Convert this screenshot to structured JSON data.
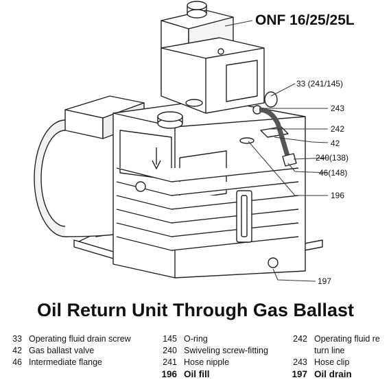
{
  "model": "ONF 16/25/25L",
  "title": "Oil Return Unit Through Gas Ballast",
  "callouts": [
    "33 (241/145)",
    "243",
    "242",
    "42",
    "240(138)",
    "46(148)",
    "196",
    "197"
  ],
  "legend": {
    "col1": [
      {
        "num": "33",
        "text": "Operating fluid drain screw"
      },
      {
        "num": "42",
        "text": "Gas ballast valve"
      },
      {
        "num": "46",
        "text": "Intermediate flange"
      }
    ],
    "col2": [
      {
        "num": "145",
        "text": "O-ring"
      },
      {
        "num": "240",
        "text": "Swiveling screw-fitting"
      },
      {
        "num": "241",
        "text": "Hose nipple"
      },
      {
        "num": "196",
        "text": "Oil fill"
      }
    ],
    "col3": [
      {
        "num": "242",
        "text": "Operating fluid re"
      },
      {
        "num": "",
        "text": "turn line"
      },
      {
        "num": "243",
        "text": "Hose clip"
      },
      {
        "num": "197",
        "text": "Oil drain"
      }
    ]
  }
}
